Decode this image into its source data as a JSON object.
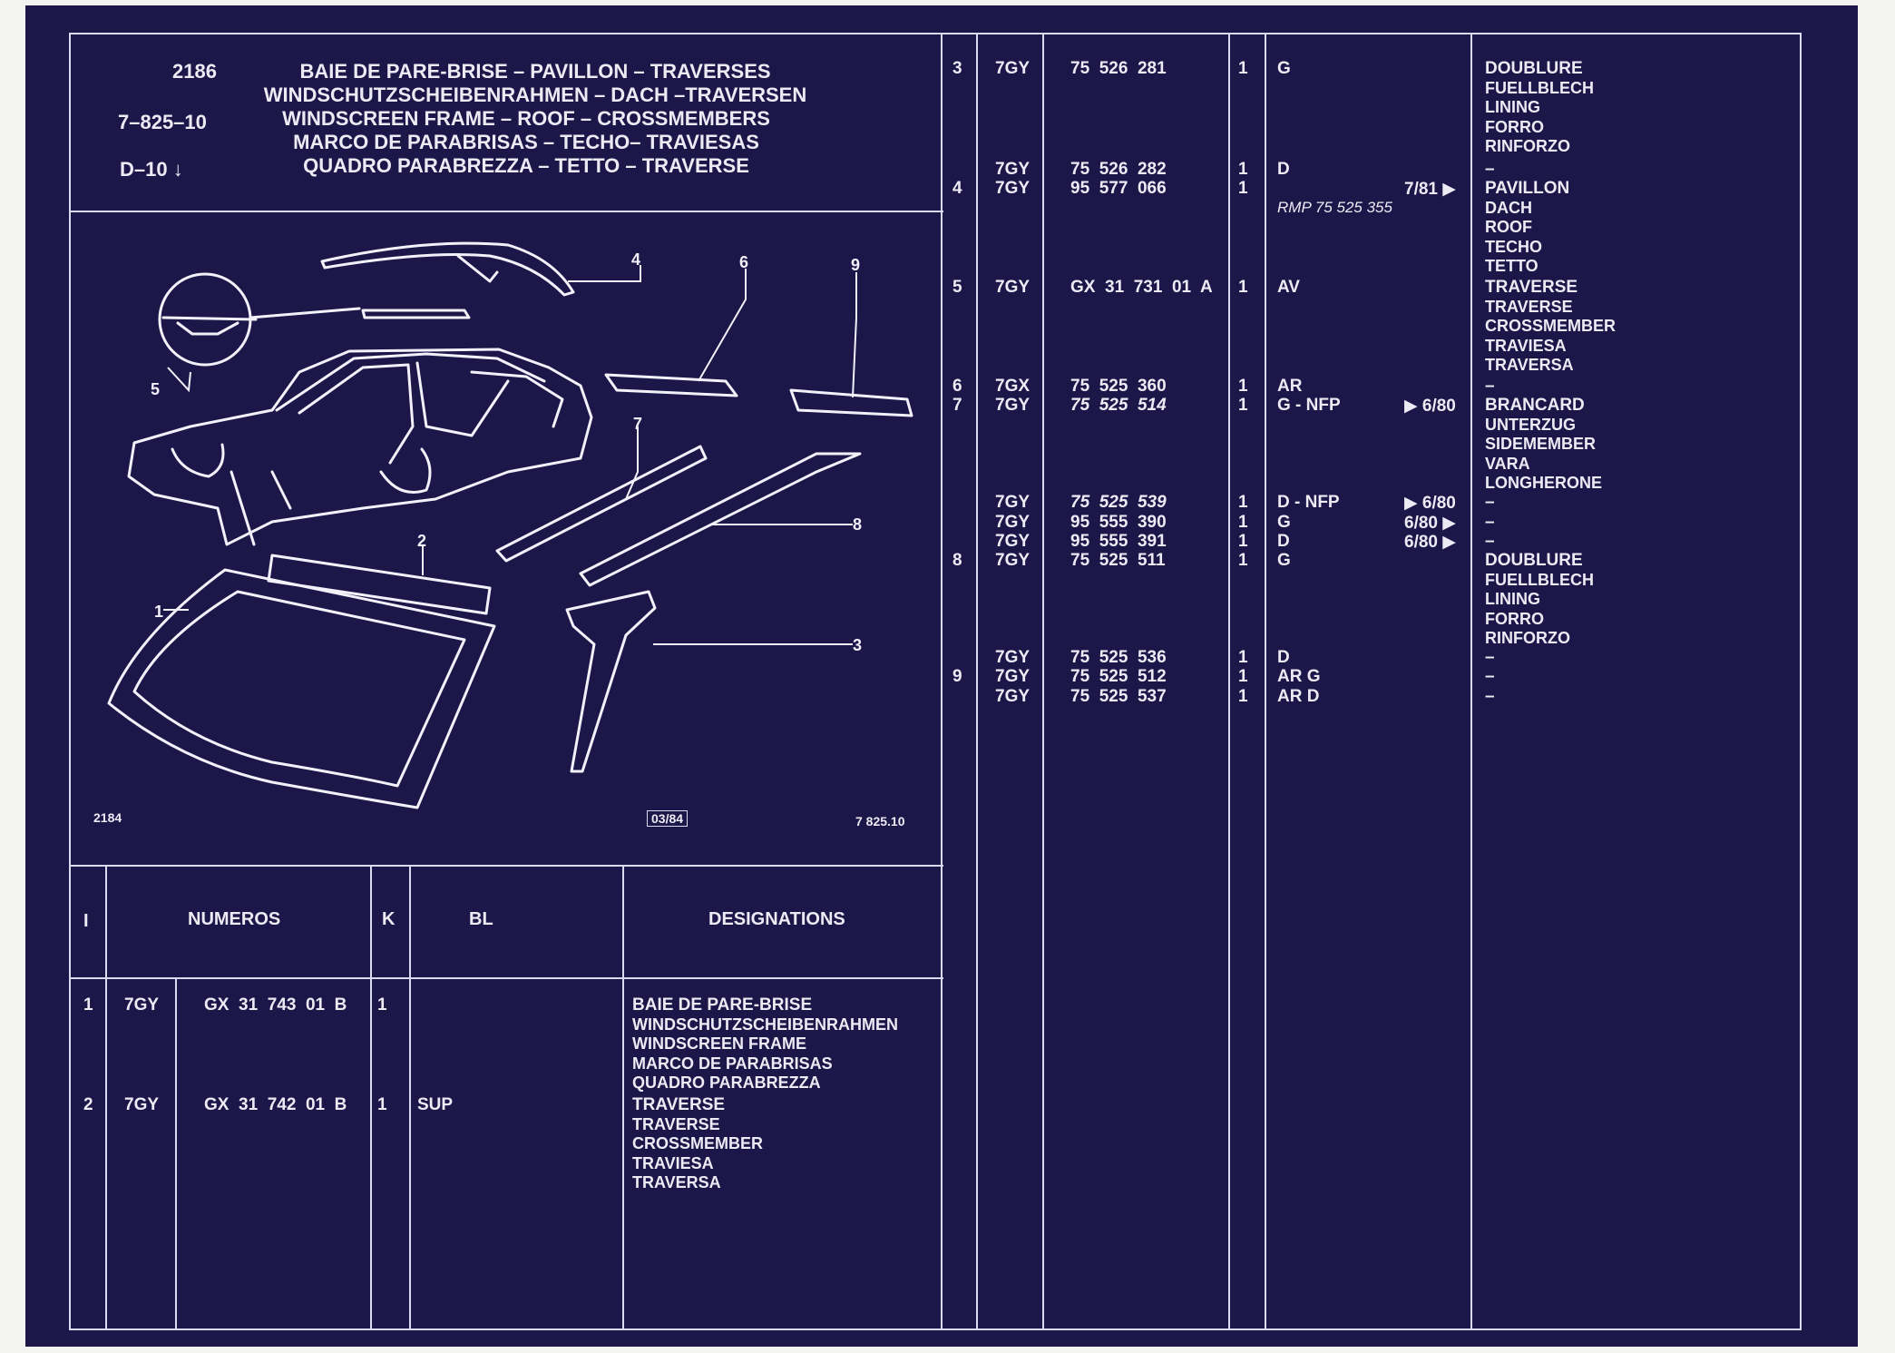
{
  "header": {
    "codes": [
      "2186",
      "7–825–10",
      "D–10 ↓"
    ],
    "titles": [
      "BAIE DE PARE-BRISE – PAVILLON – TRAVERSES",
      "WINDSCHUTZSCHEIBENRAHMEN – DACH –TRAVERSEN",
      "WINDSCREEN FRAME – ROOF – CROSSMEMBERS",
      "MARCO DE PARABRISAS – TECHO– TRAVIESAS",
      "QUADRO PARABREZZA – TETTO – TRAVERSE"
    ]
  },
  "diagram": {
    "callouts": [
      "1",
      "2",
      "3",
      "4",
      "5",
      "6",
      "7",
      "8",
      "9"
    ],
    "footer_left": "2184",
    "footer_mid": "03/84",
    "footer_right": "7 825.10"
  },
  "table_headers": {
    "index": "I",
    "numeros": "NUMEROS",
    "k": "K",
    "bl": "BL",
    "designations": "DESIGNATIONS"
  },
  "left_rows": [
    {
      "idx": "1",
      "code": "7GY",
      "number": "GX  31  743  01  B",
      "qty": "1",
      "bl": "",
      "designation": [
        "BAIE DE PARE-BRISE",
        "WINDSCHUTZSCHEIBENRAHMEN",
        "WINDSCREEN FRAME",
        "MARCO DE PARABRISAS",
        "QUADRO PARABREZZA"
      ]
    },
    {
      "idx": "2",
      "code": "7GY",
      "number": "GX  31  742  01  B",
      "qty": "1",
      "bl": "SUP",
      "designation": [
        "TRAVERSE",
        "TRAVERSE",
        "CROSSMEMBER",
        "TRAVIESA",
        "TRAVERSA"
      ]
    }
  ],
  "right_rows": [
    {
      "idx": "3",
      "code": "7GY",
      "number": "75  526  281",
      "qty": "1",
      "bl": "G",
      "date": "",
      "designation": [
        "DOUBLURE",
        "FUELLBLECH",
        "LINING",
        "FORRO",
        "RINFORZO"
      ]
    },
    {
      "idx": "",
      "code": "7GY",
      "number": "75  526  282",
      "qty": "1",
      "bl": "D",
      "date": "",
      "designation": [
        "–"
      ]
    },
    {
      "idx": "4",
      "code": "7GY",
      "number": "95  577  066",
      "qty": "1",
      "bl": "",
      "date": "7/81 ▶",
      "designation": [
        "PAVILLON",
        "DACH",
        "ROOF",
        "TECHO",
        "TETTO"
      ]
    },
    {
      "idx": "5",
      "code": "7GY",
      "number": "GX  31  731  01  A",
      "qty": "1",
      "bl": "AV",
      "date": "",
      "designation": [
        "TRAVERSE",
        "TRAVERSE",
        "CROSSMEMBER",
        "TRAVIESA",
        "TRAVERSA"
      ]
    },
    {
      "idx": "6",
      "code": "7GX",
      "number": "75  525  360",
      "qty": "1",
      "bl": "AR",
      "date": "",
      "designation": [
        "–"
      ]
    },
    {
      "idx": "7",
      "code": "7GY",
      "number": "75  525  514",
      "qty": "1",
      "bl": "G - NFP",
      "date": "▶ 6/80",
      "designation": [
        "BRANCARD",
        "UNTERZUG",
        "SIDEMEMBER",
        "VARA",
        "LONGHERONE"
      ]
    },
    {
      "idx": "",
      "code": "7GY",
      "number": "75  525  539",
      "qty": "1",
      "bl": "D - NFP",
      "date": "▶ 6/80",
      "designation": [
        "–"
      ]
    },
    {
      "idx": "",
      "code": "7GY",
      "number": "95  555  390",
      "qty": "1",
      "bl": "G",
      "date": "6/80 ▶",
      "designation": [
        "–"
      ]
    },
    {
      "idx": "",
      "code": "7GY",
      "number": "95  555  391",
      "qty": "1",
      "bl": "D",
      "date": "6/80 ▶",
      "designation": [
        "–"
      ]
    },
    {
      "idx": "8",
      "code": "7GY",
      "number": "75  525  511",
      "qty": "1",
      "bl": "G",
      "date": "",
      "designation": [
        "DOUBLURE",
        "FUELLBLECH",
        "LINING",
        "FORRO",
        "RINFORZO"
      ]
    },
    {
      "idx": "",
      "code": "7GY",
      "number": "75  525  536",
      "qty": "1",
      "bl": "D",
      "date": "",
      "designation": [
        "–"
      ]
    },
    {
      "idx": "9",
      "code": "7GY",
      "number": "75  525  512",
      "qty": "1",
      "bl": "AR G",
      "date": "",
      "designation": [
        "–"
      ]
    },
    {
      "idx": "",
      "code": "7GY",
      "number": "75  525  537",
      "qty": "1",
      "bl": "AR D",
      "date": "",
      "designation": [
        "–"
      ]
    }
  ],
  "rmp_note": "RMP 75 525 355"
}
